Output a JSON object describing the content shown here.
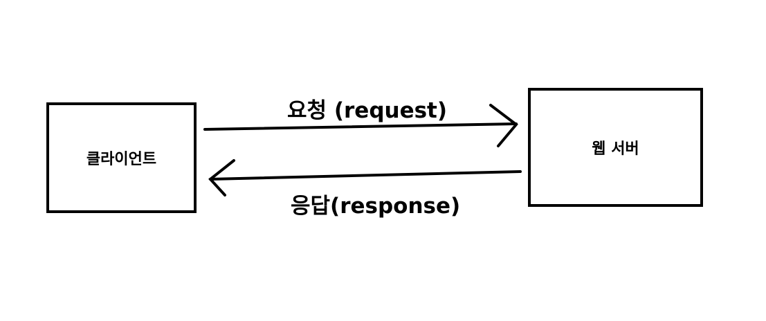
{
  "nodes": {
    "client": {
      "label": "클라이언트"
    },
    "server": {
      "label": "웹 서버"
    }
  },
  "edges": {
    "request": {
      "label": "요청 (request)"
    },
    "response": {
      "label": "응답(response)"
    }
  }
}
